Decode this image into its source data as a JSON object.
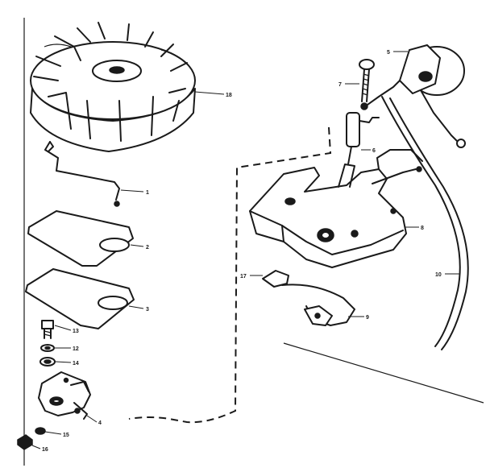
{
  "callouts": {
    "flywheel": "18",
    "spring_clip": "1",
    "gasket_upper": "2",
    "gasket_lower": "3",
    "screw_left": "13",
    "lock_washer": "12",
    "plain_washer": "14",
    "armature_bracket": "4",
    "base_washer": "15",
    "base_nut": "16",
    "coil_screw": "7",
    "coil_clamp": "5",
    "condenser": "6",
    "breaker_plate": "8",
    "spring_plate": "17",
    "point_set": "9",
    "coil_wire": "10"
  }
}
